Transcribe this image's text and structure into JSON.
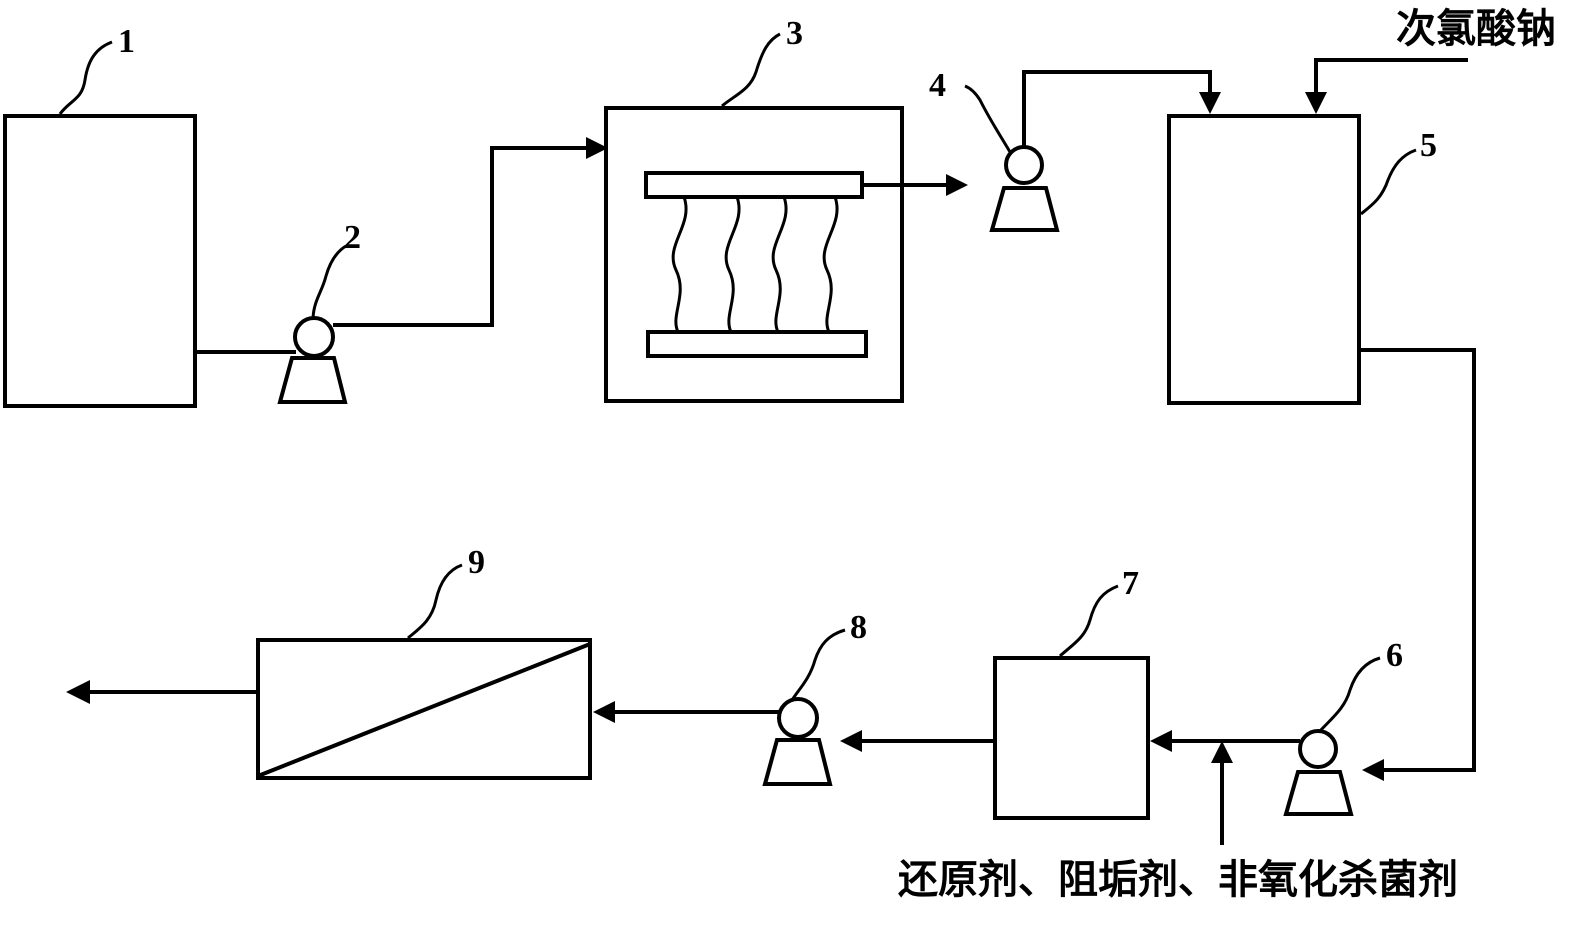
{
  "labels": {
    "n1": "1",
    "n2": "2",
    "n3": "3",
    "n4": "4",
    "n5": "5",
    "n6": "6",
    "n7": "7",
    "n8": "8",
    "n9": "9"
  },
  "inputs": {
    "hypochlorite": "次氯酸钠",
    "chemicals": "还原剂、阻垢剂、非氧化杀菌剂"
  }
}
